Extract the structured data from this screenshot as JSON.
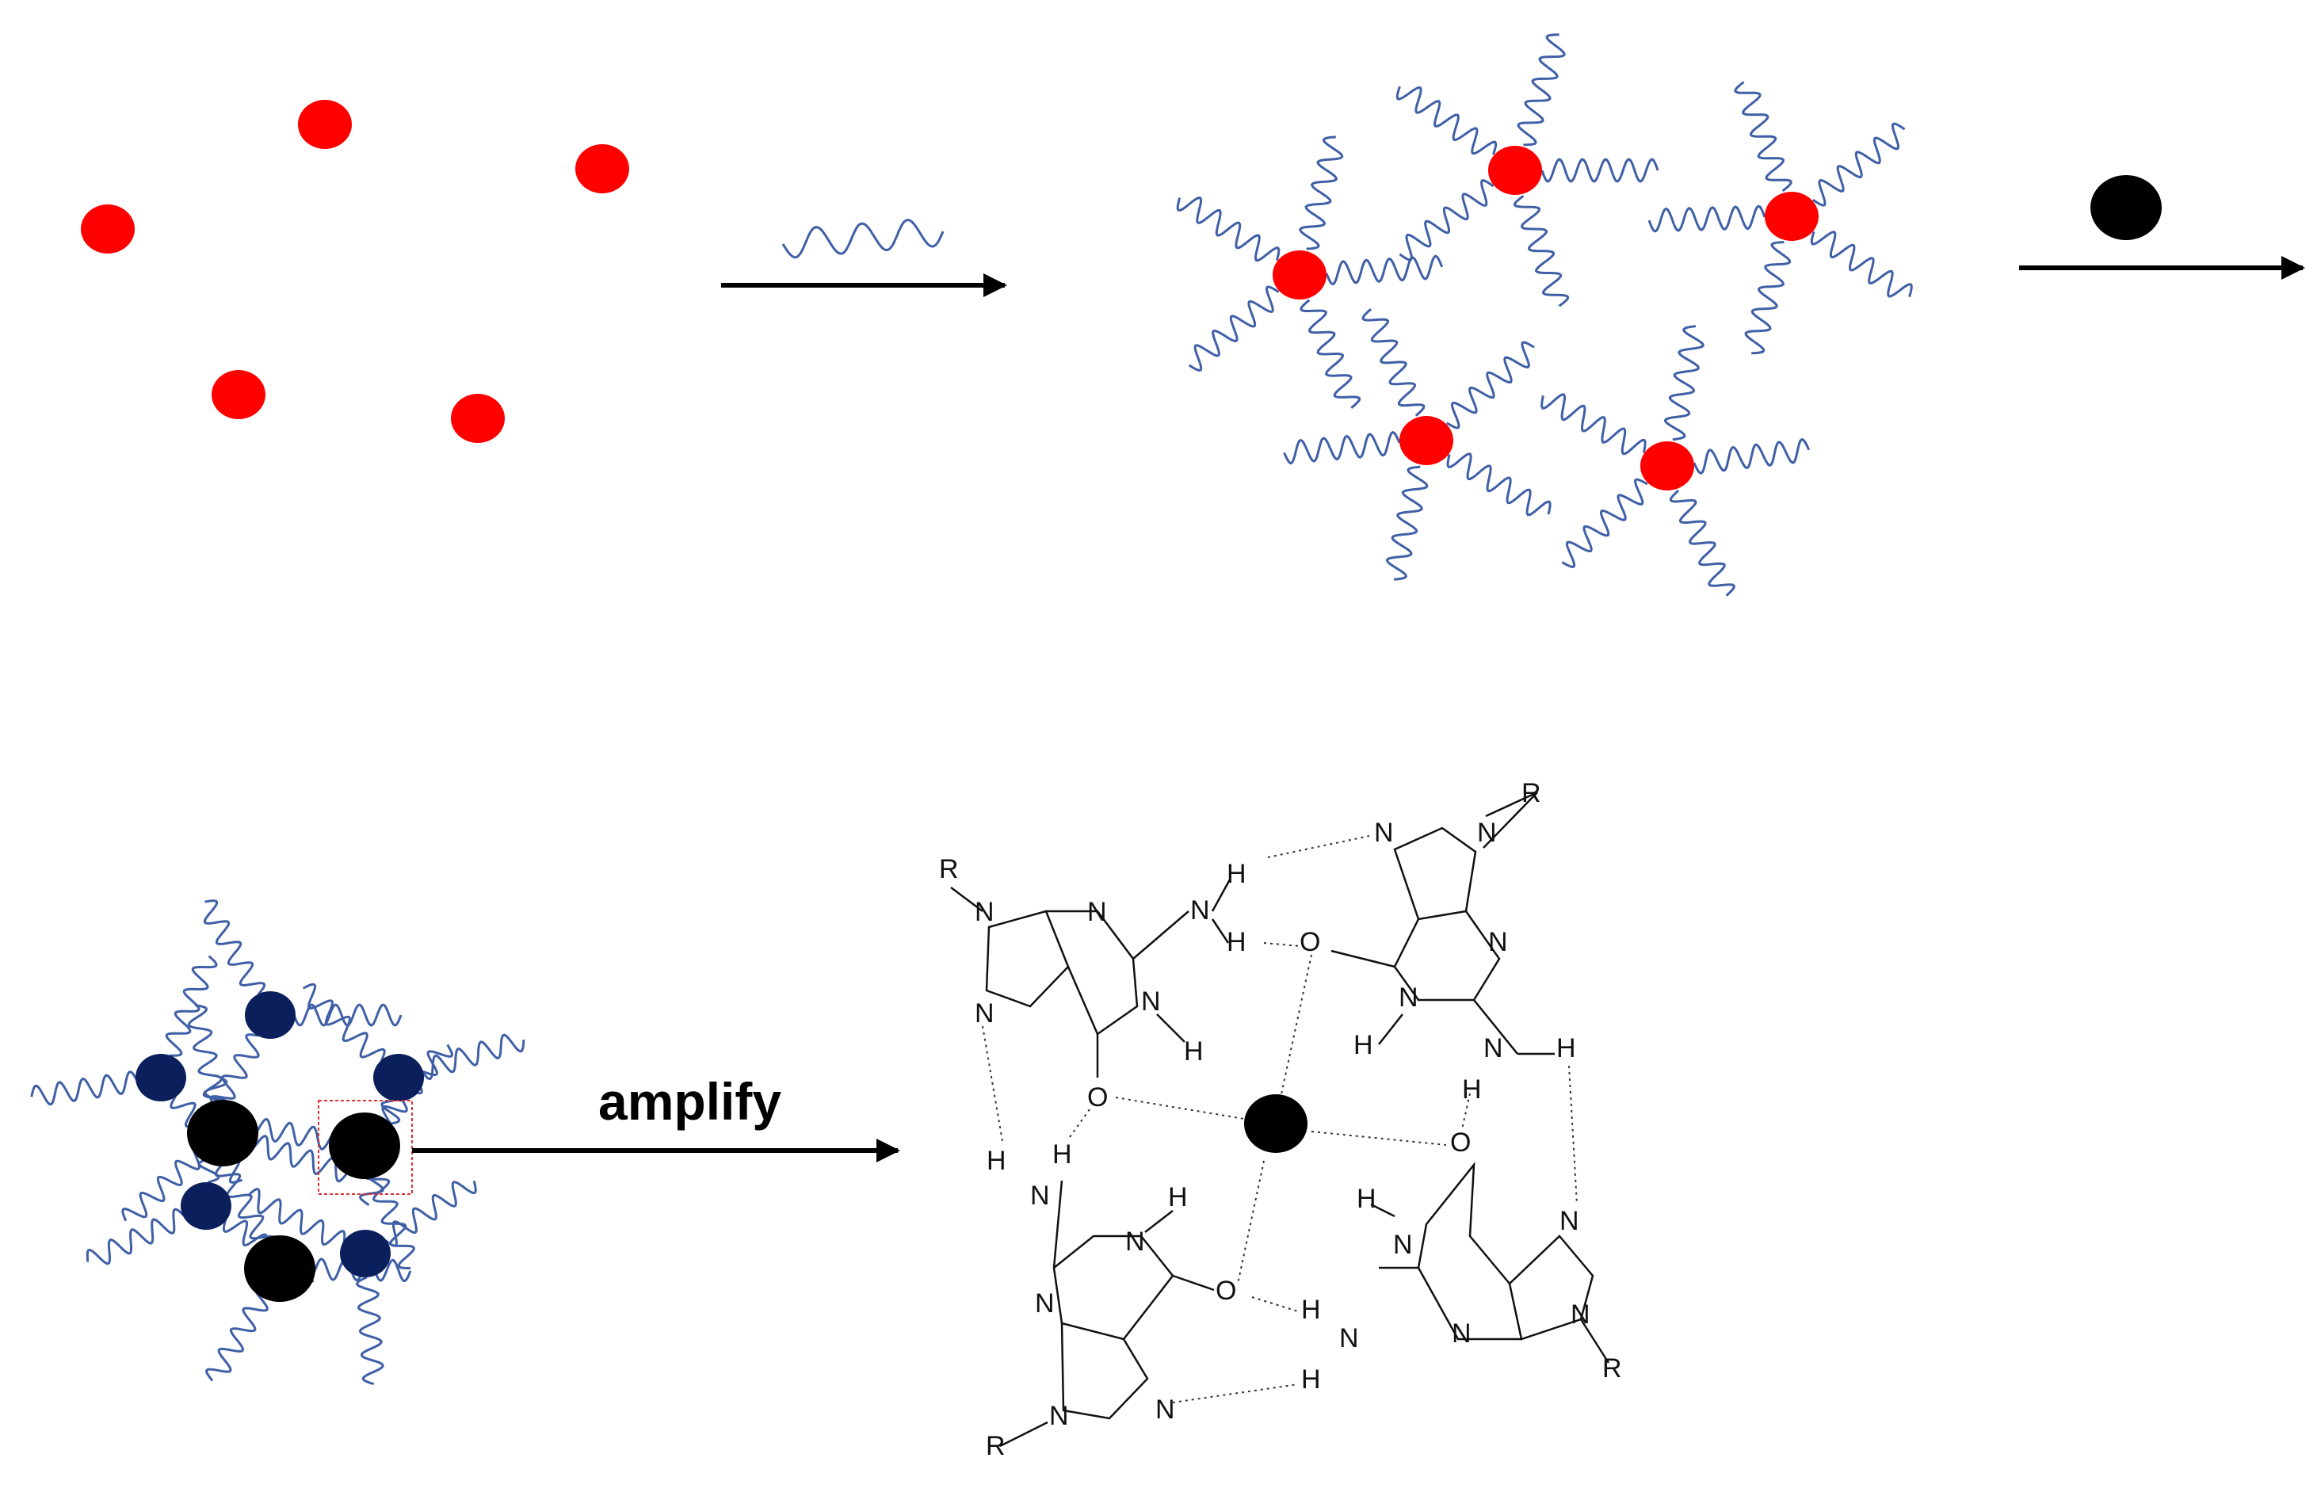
{
  "figure": {
    "amplify_label": "amplify",
    "colors": {
      "metal_ion": "#ff0000",
      "ligand_strand": "#3f5fa6",
      "added_ion": "#000000",
      "bound_ion": "#0a1f5c",
      "arrow": "#000000",
      "zoom_box": "#e03030"
    },
    "g_quartet": {
      "guanines": [
        {
          "atoms": [
            "R",
            "N",
            "N",
            "N",
            "N",
            "H",
            "H",
            "H",
            "O"
          ]
        },
        {
          "atoms": [
            "R",
            "N",
            "N",
            "N",
            "N",
            "H",
            "H",
            "H",
            "O"
          ]
        },
        {
          "atoms": [
            "R",
            "N",
            "N",
            "N",
            "N",
            "H",
            "H",
            "H",
            "O"
          ]
        },
        {
          "atoms": [
            "R",
            "N",
            "N",
            "N",
            "N",
            "H",
            "H",
            "H",
            "O"
          ]
        }
      ]
    }
  }
}
